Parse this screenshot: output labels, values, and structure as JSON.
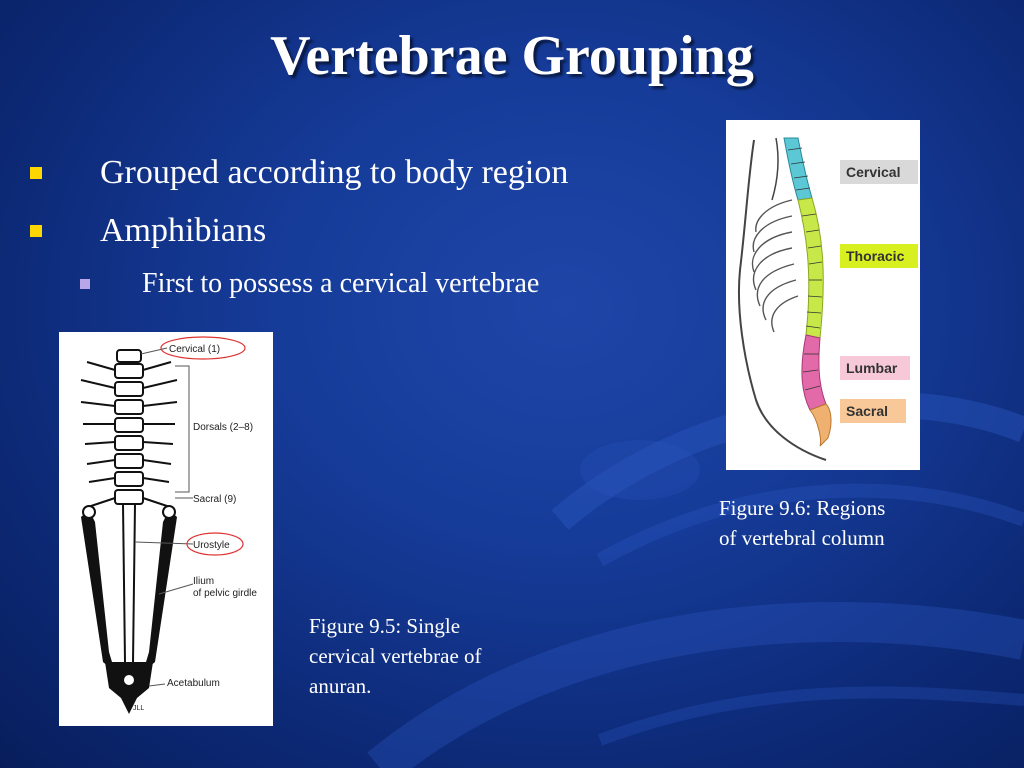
{
  "slide": {
    "title": "Vertebrae Grouping",
    "bullets": [
      "Grouped according to body region",
      "Amphibians"
    ],
    "sub_bullets": [
      "First to possess a cervical vertebrae"
    ]
  },
  "figure_frog": {
    "labels": {
      "cervical": "Cervical (1)",
      "dorsals": "Dorsals (2–8)",
      "sacral": "Sacral (9)",
      "urostyle": "Urostyle",
      "ilium_line1": "Ilium",
      "ilium_line2": "of pelvic girdle",
      "acetabulum": "Acetabulum",
      "signature": "JLL"
    },
    "caption_line1": "Figure 9.5: Single",
    "caption_line2": "cervical vertebrae of",
    "caption_line3": "anuran."
  },
  "figure_human": {
    "labels": {
      "cervical": "Cervical",
      "thoracic": "Thoracic",
      "lumbar": "Lumbar",
      "sacral": "Sacral"
    },
    "colors": {
      "cervical": "#5cc8d6",
      "thoracic": "#c8e84a",
      "lumbar": "#e26aa8",
      "sacral": "#f0b070",
      "cervical_label_bg": "#d9d9d9",
      "thoracic_label_bg": "#d8f020",
      "lumbar_label_bg": "#f7c8d8",
      "sacral_label_bg": "#f8c898"
    },
    "caption_line1": "Figure 9.6: Regions",
    "caption_line2": "of  vertebral column"
  },
  "theme": {
    "bullet_color": "#ffd700",
    "sub_bullet_color": "#b8a6e8"
  }
}
